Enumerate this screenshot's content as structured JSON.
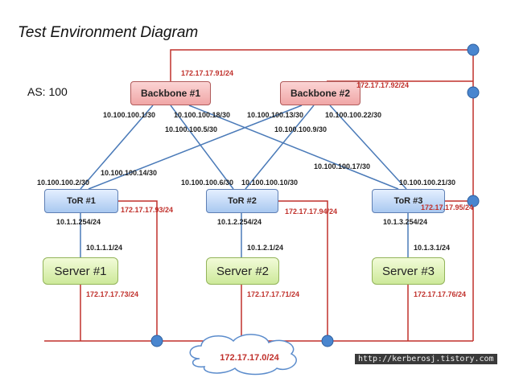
{
  "title": "Test Environment Diagram",
  "as_label": "AS: 100",
  "nodes": {
    "backbone1": "Backbone #1",
    "backbone2": "Backbone #2",
    "tor1": "ToR #1",
    "tor2": "ToR #2",
    "tor3": "ToR #3",
    "server1": "Server #1",
    "server2": "Server #2",
    "server3": "Server #3"
  },
  "links": {
    "bb1_1": "10.100.100.1/30",
    "bb1_5": "10.100.100.5/30",
    "bb1_18": "10.100.100.18/30",
    "bb2_13": "10.100.100.13/30",
    "bb2_9": "10.100.100.9/30",
    "bb2_22": "10.100.100.22/30",
    "tor1_2": "10.100.100.2/30",
    "tor1_14": "10.100.100.14/30",
    "tor2_6": "10.100.100.6/30",
    "tor2_10": "10.100.100.10/30",
    "tor3_17": "10.100.100.17/30",
    "tor3_21": "10.100.100.21/30",
    "tor1_down": "10.1.1.254/24",
    "tor2_down": "10.1.2.254/24",
    "tor3_down": "10.1.3.254/24",
    "server1_up": "10.1.1.1/24",
    "server2_up": "10.1.2.1/24",
    "server3_up": "10.1.3.1/24"
  },
  "mgmt": {
    "bb1": "172.17.17.91/24",
    "bb2": "172.17.17.92/24",
    "tor1": "172.17.17.93/24",
    "tor2": "172.17.17.94/24",
    "tor3": "172.17.17.95/24",
    "server1": "172.17.17.73/24",
    "server2": "172.17.17.71/24",
    "server3": "172.17.17.76/24",
    "network": "172.17.17.0/24"
  },
  "watermark": "http://kerberosj.tistory.com",
  "colors": {
    "link": "#4a7ab8",
    "mgmt": "#c0302b",
    "dot": "#4a86cf"
  }
}
